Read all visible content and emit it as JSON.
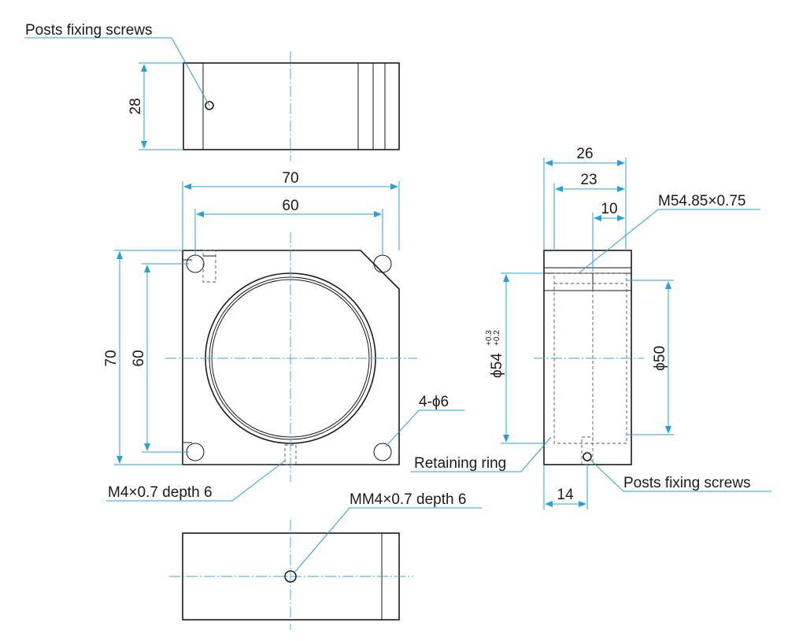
{
  "colors": {
    "dimension_line": "#2aa0d6",
    "outline": "#1a1a1a",
    "center_line": "#3aa7d8",
    "background": "#ffffff"
  },
  "callouts": {
    "posts_fixing_screws_top": "Posts fixing screws",
    "m54_thread": "M54.85×0.75",
    "four_holes": "4-ϕ6",
    "retaining_ring": "Retaining ring",
    "posts_fixing_screws_side": "Posts fixing screws",
    "m4_depth": "M4×0.7 depth 6",
    "mm4_depth": "MM4×0.7 depth 6"
  },
  "dimensions": {
    "top_view_height": "28",
    "front_width": "70",
    "front_hole_pitch_x": "60",
    "front_height": "70",
    "front_hole_pitch_y": "60",
    "side_width": "26",
    "side_inner": "23",
    "side_thread": "10",
    "side_bore": "ϕ54",
    "side_bore_tol_upper": "+0.3",
    "side_bore_tol_lower": "+0.2",
    "side_inner_dia": "ϕ50",
    "side_screw_offset": "14"
  }
}
